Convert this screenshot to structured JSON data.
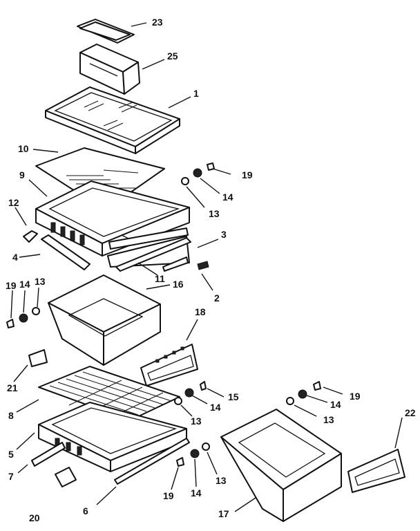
{
  "callouts": {
    "c23": "23",
    "c25": "25",
    "c1": "1",
    "c10": "10",
    "c9": "9",
    "c19a": "19",
    "c14a": "14",
    "c13a": "13",
    "c12": "12",
    "c3": "3",
    "c4": "4",
    "c11": "11",
    "c16": "16",
    "c2": "2",
    "c19b": "19",
    "c14b": "14",
    "c13b": "13",
    "c18": "18",
    "c21": "21",
    "c15": "15",
    "c14c": "14",
    "c13c": "13",
    "c8": "8",
    "c19d": "19",
    "c14d": "14",
    "c13d": "13",
    "c22": "22",
    "c5": "5",
    "c7": "7",
    "c6": "6",
    "c20": "20",
    "c19e": "19",
    "c14e": "14",
    "c13e": "13",
    "c17": "17"
  }
}
